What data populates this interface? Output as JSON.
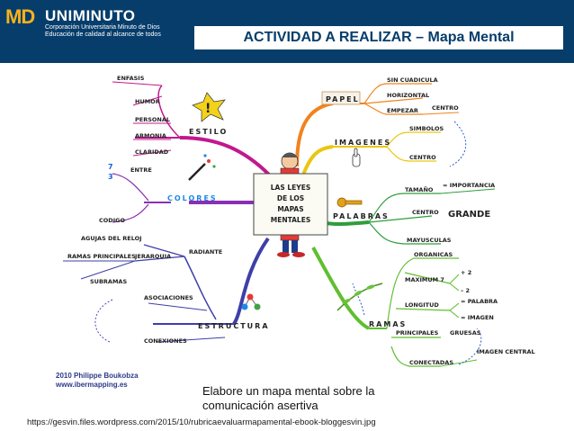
{
  "header": {
    "logo_md": "MD",
    "logo_name": "UNIMINUTO",
    "logo_line1": "Corporación Universitaria Minuto de Dios",
    "logo_line2": "Educación de calidad al alcance de todos",
    "title": "ACTIVIDAD A REALIZAR – Mapa Mental"
  },
  "mindmap": {
    "center": [
      "LAS LEYES",
      "DE LOS",
      "MAPAS",
      "MENTALES"
    ],
    "estilo": {
      "label": "ESTILO",
      "items": [
        "ENFASIS",
        "HUMOR",
        "PERSONAL",
        "ARMONIA",
        "CLARIDAD"
      ]
    },
    "colores": {
      "label": "COLORES",
      "items": [
        "ENTRE",
        "CODIGO"
      ]
    },
    "estructura": {
      "label": "ESTRUCTURA",
      "items": [
        "AGUJAS DEL RELOJ",
        "RAMAS PRINCIPALES",
        "JERARQUIA",
        "RADIANTE",
        "SUBRAMAS",
        "ASOCIACIONES",
        "CONEXIONES"
      ]
    },
    "papel": {
      "label": "PAPEL",
      "items": [
        "SIN CUADICULA",
        "HORIZONTAL",
        "EMPEZAR",
        "CENTRO"
      ]
    },
    "imagenes": {
      "label": "IMAGENES",
      "items": [
        "SIMBOLOS",
        "CENTRO"
      ]
    },
    "palabras": {
      "label": "PALABRAS",
      "items": [
        "TAMAÑO",
        "= IMPORTANCIA",
        "CENTRO",
        "GRANDE",
        "MAYUSCULAS"
      ]
    },
    "ramas": {
      "label": "RAMAS",
      "items": [
        "ORGANICAS",
        "MAXIMUM 7",
        "+ 2",
        "– 2",
        "LONGITUD",
        "= PALABRA",
        "= IMAGEN",
        "PRINCIPALES",
        "GRUESAS",
        "CONECTADAS",
        "IMAGEN CENTRAL"
      ]
    },
    "numbers": [
      "7",
      "3"
    ]
  },
  "credit": {
    "line1": "2010 Philippe Boukobza",
    "line2": "www.ibermapping.es"
  },
  "task": {
    "line1": "Elabore un mapa mental sobre la",
    "line2": "comunicación asertiva"
  },
  "source": "https://gesvin.files.wordpress.com/2015/10/rubricaevaluarmapamental-ebook-bloggesvin.jpg"
}
